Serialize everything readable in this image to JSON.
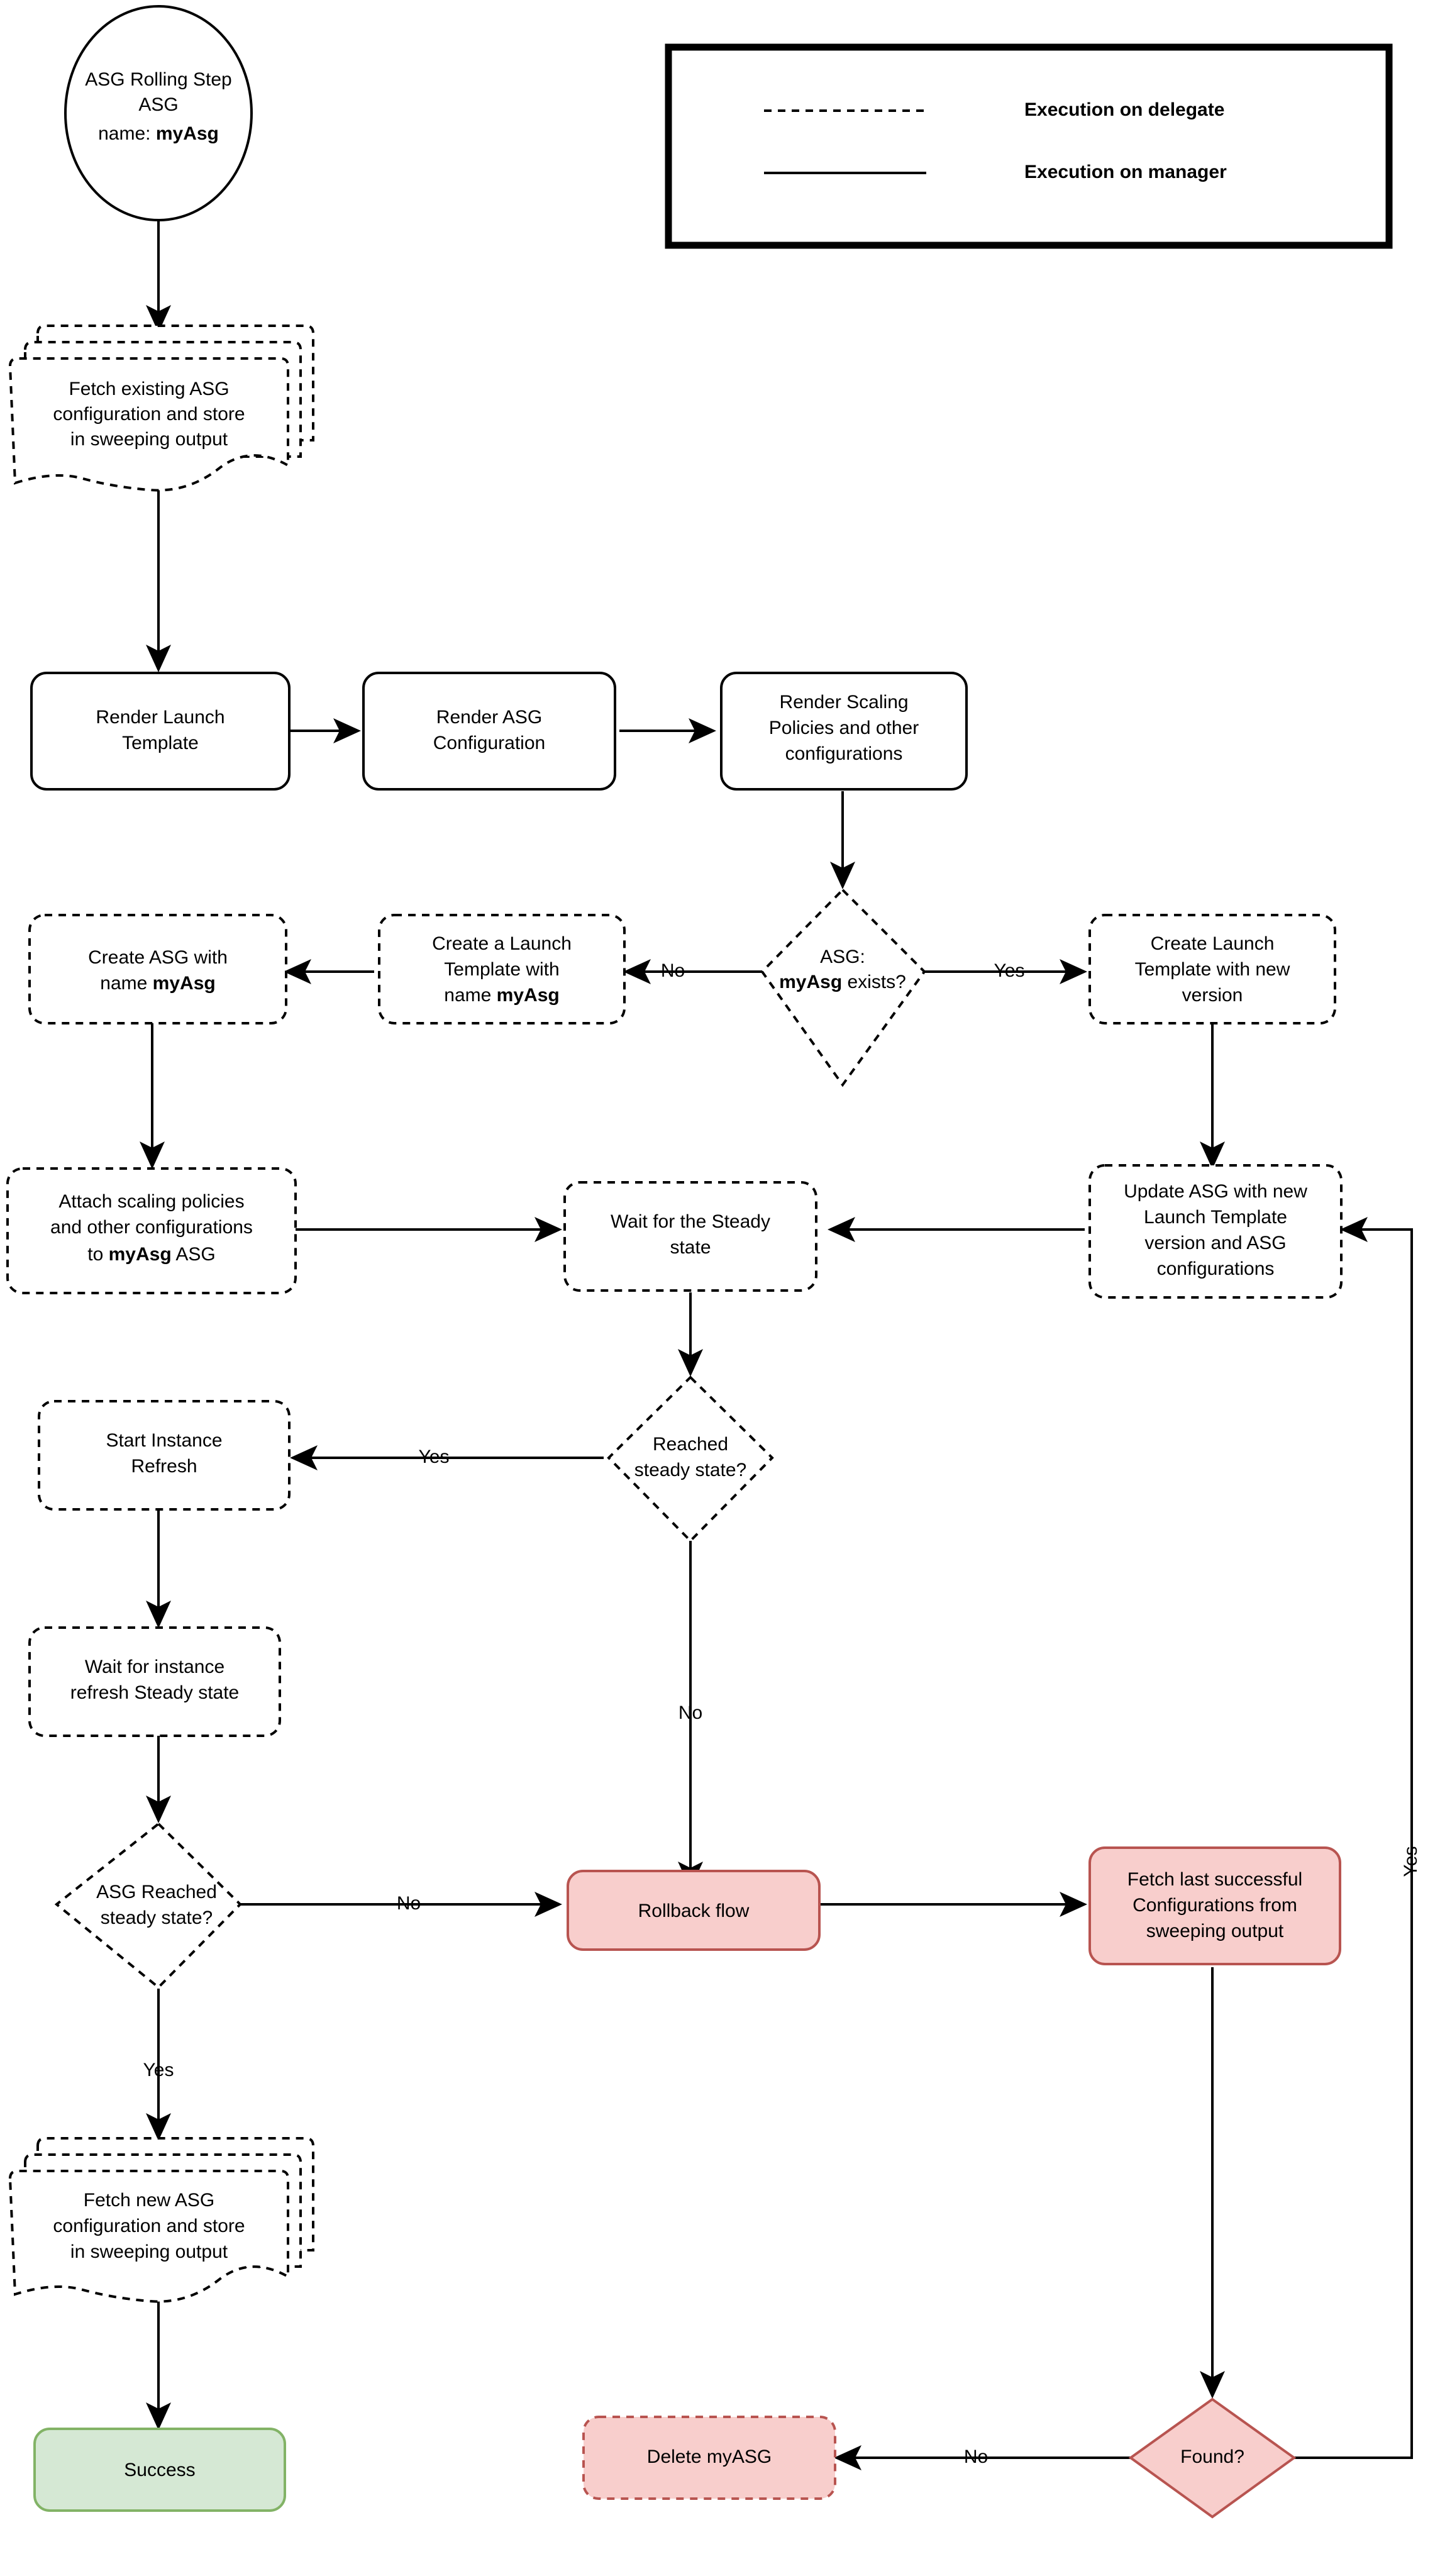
{
  "diagram": {
    "title": "ASG Rolling Step flowchart",
    "colors": {
      "red_fill": "#f8cecc",
      "red_stroke": "#b85450",
      "green_fill": "#d5e8d4",
      "green_stroke": "#82b366",
      "default_stroke": "#000000",
      "background": "#ffffff"
    }
  },
  "legend": {
    "items": [
      {
        "style": "dashed",
        "label": "Execution on delegate"
      },
      {
        "style": "solid",
        "label": "Execution on manager"
      }
    ]
  },
  "nodes": {
    "start": {
      "shape": "ellipse",
      "line1": "ASG Rolling Step",
      "line2": "ASG",
      "line3_prefix": "name: ",
      "line3_bold": "myAsg"
    },
    "fetch_existing": {
      "shape": "multi-document",
      "line1": "Fetch existing ASG",
      "line2": "configuration and store",
      "line3": "in sweeping output"
    },
    "render_launch_template": {
      "shape": "rounded-rect",
      "line1": "Render Launch",
      "line2": "Template"
    },
    "render_asg_config": {
      "shape": "rounded-rect",
      "line1": "Render ASG",
      "line2": "Configuration"
    },
    "render_scaling_policies": {
      "shape": "rounded-rect",
      "line1": "Render Scaling",
      "line2": "Policies and other",
      "line3": "configurations"
    },
    "asg_exists": {
      "shape": "diamond",
      "line1": "ASG:",
      "line2_bold": "myAsg",
      "line2_rest": " exists?"
    },
    "create_launch_template_new_version": {
      "shape": "rounded-rect",
      "line1": "Create Launch",
      "line2": "Template with new",
      "line3": "version"
    },
    "create_a_launch_template": {
      "shape": "rounded-rect",
      "line1": "Create a Launch",
      "line2": "Template with",
      "line3_prefix": "name ",
      "line3_bold": "myAsg"
    },
    "create_asg": {
      "shape": "rounded-rect",
      "line1": "Create ASG with",
      "line2_prefix": "name ",
      "line2_bold": "myAsg"
    },
    "attach_scaling_policies": {
      "shape": "rounded-rect",
      "line1": "Attach scaling policies",
      "line2": "and other configurations",
      "line3_prefix": "to ",
      "line3_bold": "myAsg",
      "line3_suffix": " ASG"
    },
    "wait_steady": {
      "shape": "rounded-rect",
      "line1": "Wait for the Steady",
      "line2": "state"
    },
    "update_asg": {
      "shape": "rounded-rect",
      "line1": "Update ASG with new",
      "line2": "Launch Template",
      "line3": "version and ASG",
      "line4": "configurations"
    },
    "reached_steady": {
      "shape": "diamond",
      "line1": "Reached",
      "line2": "steady state?"
    },
    "start_instance_refresh": {
      "shape": "rounded-rect",
      "line1": "Start Instance",
      "line2": "Refresh"
    },
    "wait_instance_refresh": {
      "shape": "rounded-rect",
      "line1": "Wait for instance",
      "line2": "refresh Steady state"
    },
    "asg_reached_steady": {
      "shape": "diamond",
      "line1": "ASG Reached",
      "line2": "steady state?"
    },
    "rollback_flow": {
      "shape": "rounded-rect",
      "line1": "Rollback flow"
    },
    "fetch_last_successful": {
      "shape": "rounded-rect",
      "line1": "Fetch last successful",
      "line2": "Configurations from",
      "line3": "sweeping output"
    },
    "fetch_new_asg": {
      "shape": "multi-document",
      "line1": "Fetch new ASG",
      "line2": "configuration and store",
      "line3": "in sweeping output"
    },
    "success": {
      "shape": "rounded-rect",
      "line1": "Success"
    },
    "delete_myasg": {
      "shape": "rounded-rect",
      "line1": "Delete myASG"
    },
    "found": {
      "shape": "diamond",
      "line1": "Found?"
    }
  },
  "edge_labels": {
    "asg_exists_no": "No",
    "asg_exists_yes": "Yes",
    "reached_steady_yes": "Yes",
    "reached_steady_no": "No",
    "asg_reached_steady_no": "No",
    "asg_reached_steady_yes": "Yes",
    "found_no": "No",
    "found_yes": "Yes"
  }
}
